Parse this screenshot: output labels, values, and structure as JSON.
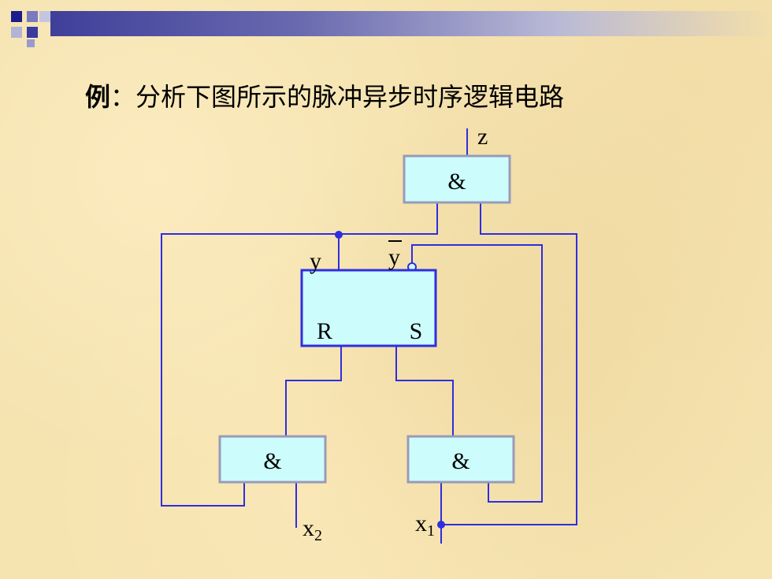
{
  "title": {
    "prefix": "例",
    "separator": "：",
    "text": "分析下图所示的脉冲异步时序逻辑电路"
  },
  "diagram": {
    "gates": {
      "top": "&",
      "left": "&",
      "right": "&"
    },
    "flipflop": {
      "r": "R",
      "s": "S"
    },
    "signals": {
      "z": "z",
      "y": "y",
      "ybar": "y",
      "x2_base": "x",
      "x2_sub": "2",
      "x1_base": "x",
      "x1_sub": "1"
    },
    "colors": {
      "wire": "#2e2ee0",
      "gate_fill": "#ccfcfc",
      "gate_border": "#9a9ab8",
      "ff_border": "#2e2ee0"
    }
  }
}
